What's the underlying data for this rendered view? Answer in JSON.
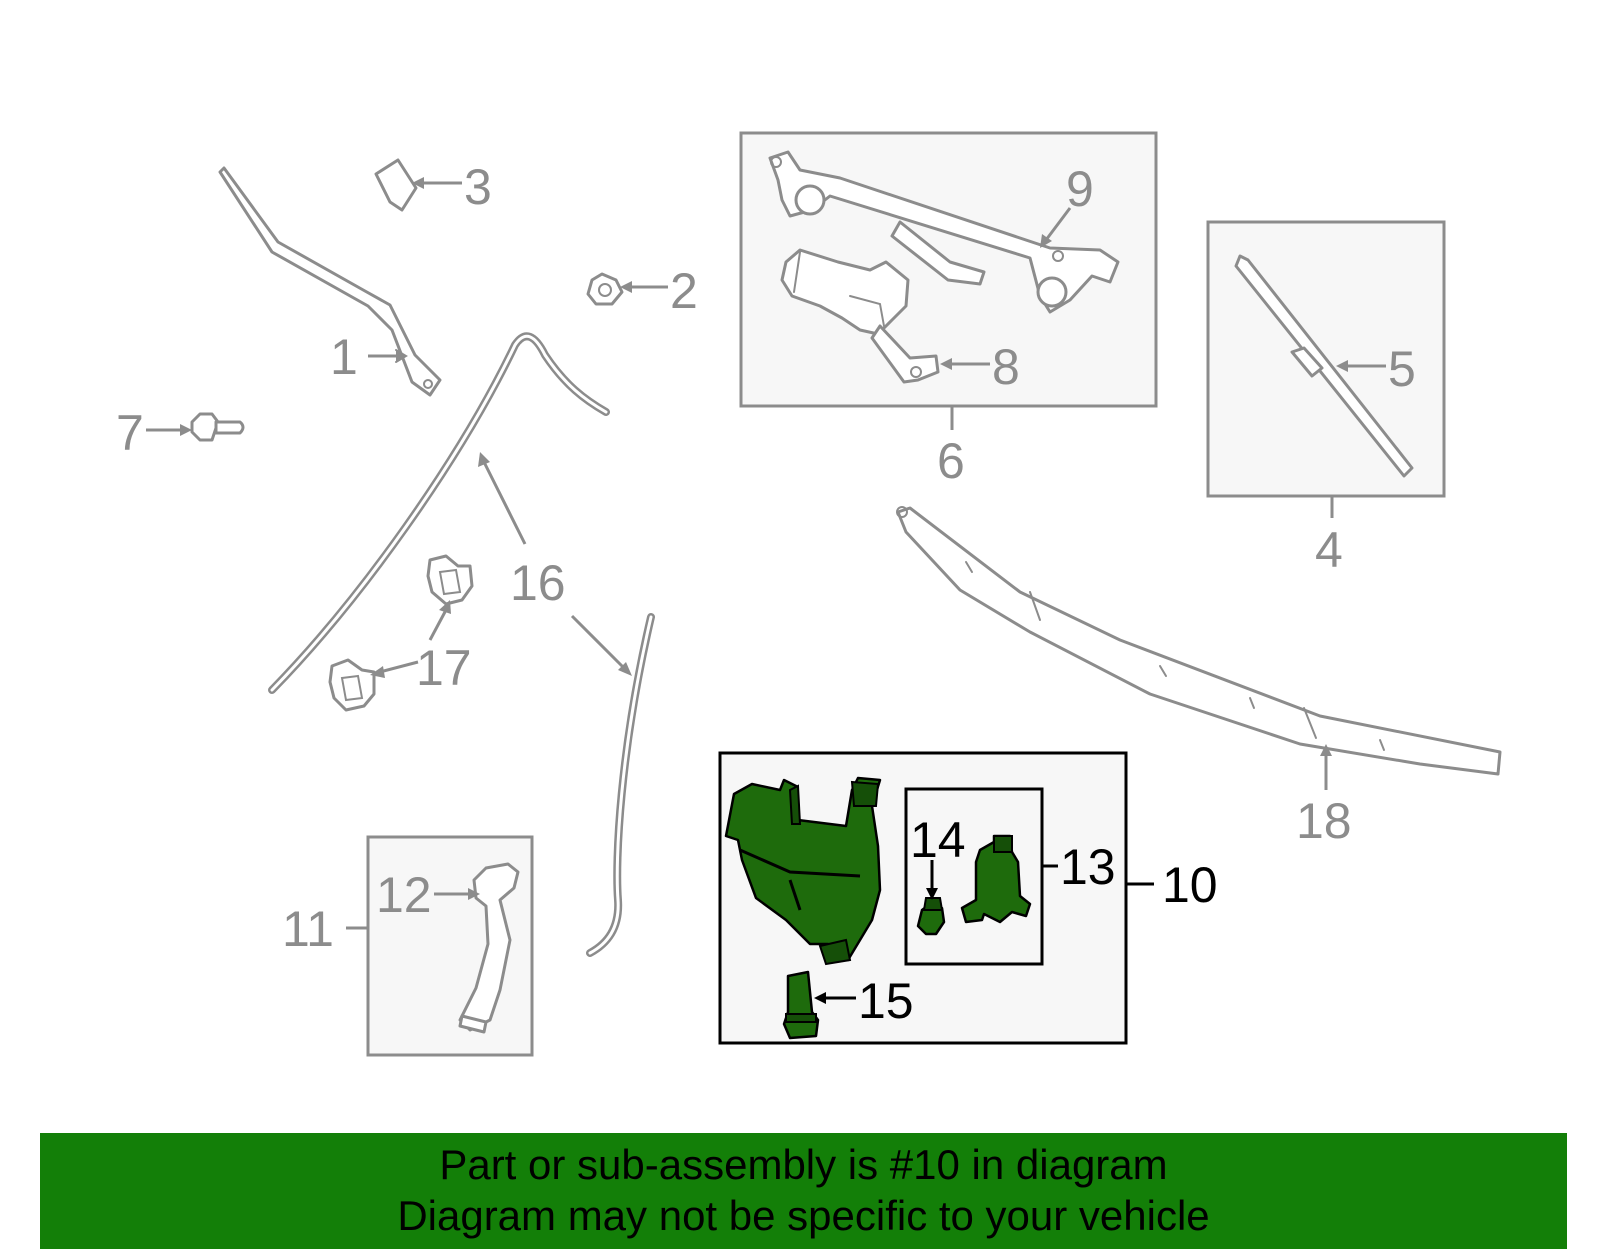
{
  "callouts": {
    "c1": "1",
    "c2": "2",
    "c3": "3",
    "c4": "4",
    "c5": "5",
    "c6": "6",
    "c7": "7",
    "c8": "8",
    "c9": "9",
    "c10": "10",
    "c11": "11",
    "c12": "12",
    "c13": "13",
    "c14": "14",
    "c15": "15",
    "c16": "16",
    "c17": "17",
    "c18": "18"
  },
  "highlighted_part": "10",
  "colors": {
    "banner": "#137f08",
    "highlight": "#1e6b0c",
    "outline": "#8c8c8c"
  },
  "banner": {
    "line1": "Part or sub-assembly is #10 in diagram",
    "line2": "Diagram may not be specific to your vehicle"
  }
}
